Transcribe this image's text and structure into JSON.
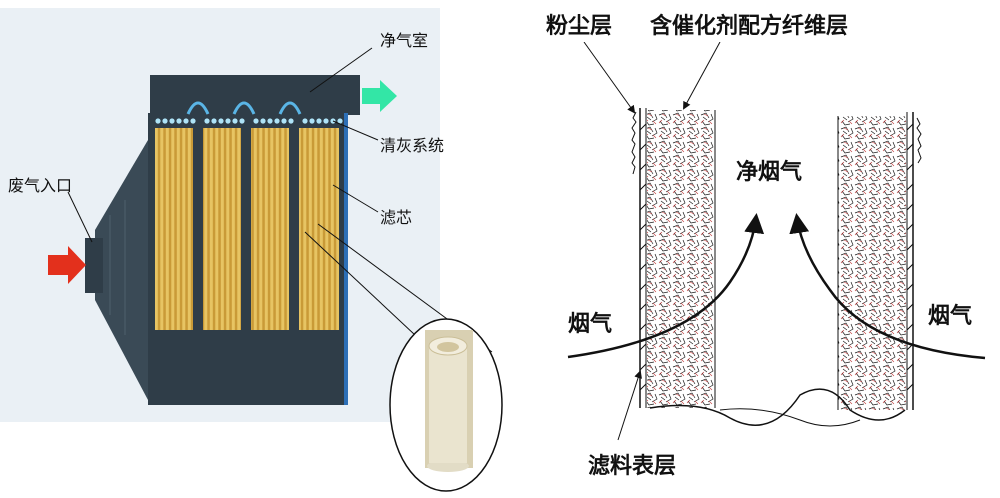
{
  "left_diagram": {
    "labels": {
      "clean_chamber": "净气室",
      "ash_cleaning": "清灰系统",
      "inlet": "废气入口",
      "filter_core": "滤芯"
    },
    "colors": {
      "housing": "#2f3d48",
      "filter": "#d8b04a",
      "inlet_arrow": "#e3301c",
      "outlet_arrow": "#33e6a6"
    }
  },
  "right_diagram": {
    "labels": {
      "dust_layer": "粉尘层",
      "catalyst_fiber_layer": "含催化剂配方纤维层",
      "clean_gas": "净烟气",
      "flue_gas_left": "烟气",
      "flue_gas_right": "烟气",
      "filter_surface": "滤料表层"
    }
  }
}
